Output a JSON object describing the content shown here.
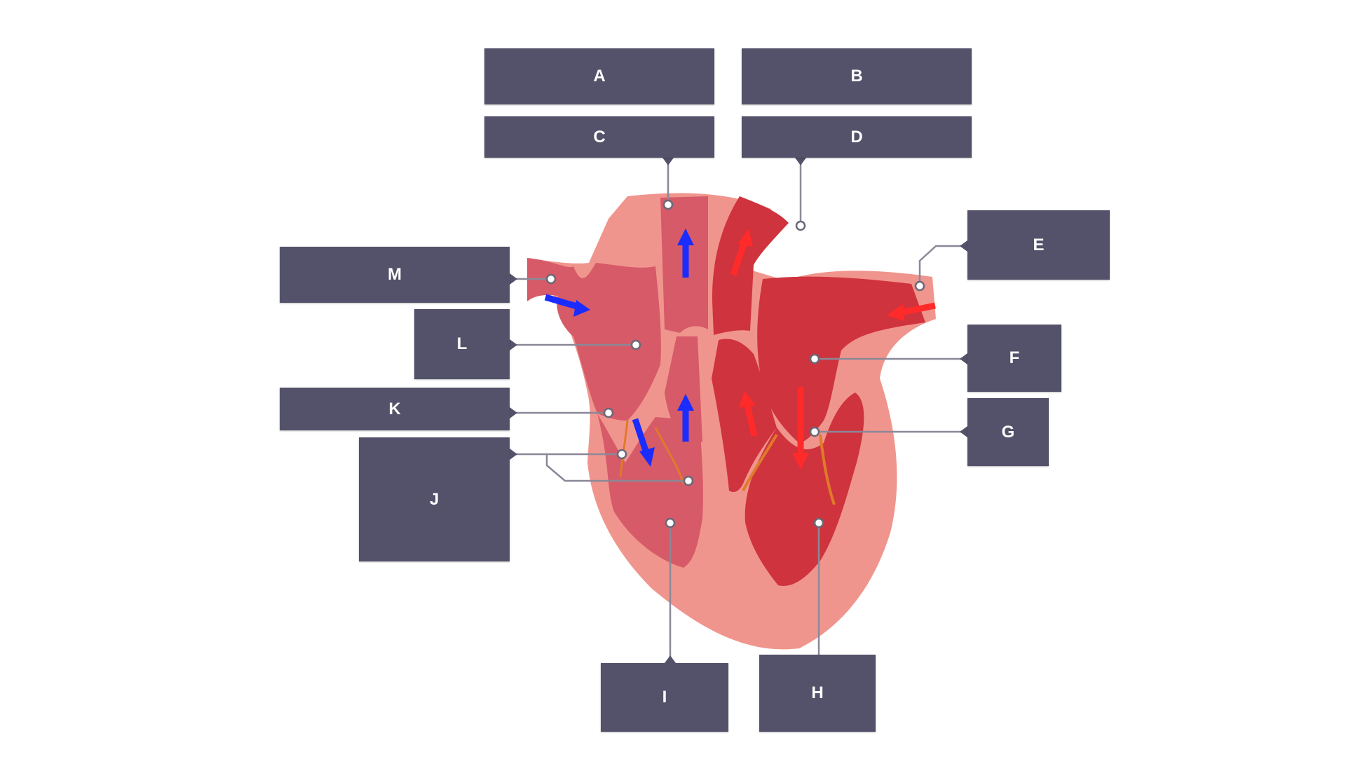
{
  "labels": {
    "a": "A",
    "b": "B",
    "c": "C",
    "d": "D",
    "e": "E",
    "f": "F",
    "g": "G",
    "h": "H",
    "i": "I",
    "j": "J",
    "k": "K",
    "l": "L",
    "m": "M"
  },
  "colors": {
    "label_box": "#53526a",
    "label_text": "#ffffff",
    "heart_outer": "#f0958d",
    "right_side": "#d65a68",
    "left_side": "#cf333d",
    "deoxygenated_arrow": "#1a2cff",
    "oxygenated_arrow": "#ff2a2a",
    "valve_cord": "#e07a2a",
    "leader_line": "#8a8898"
  }
}
